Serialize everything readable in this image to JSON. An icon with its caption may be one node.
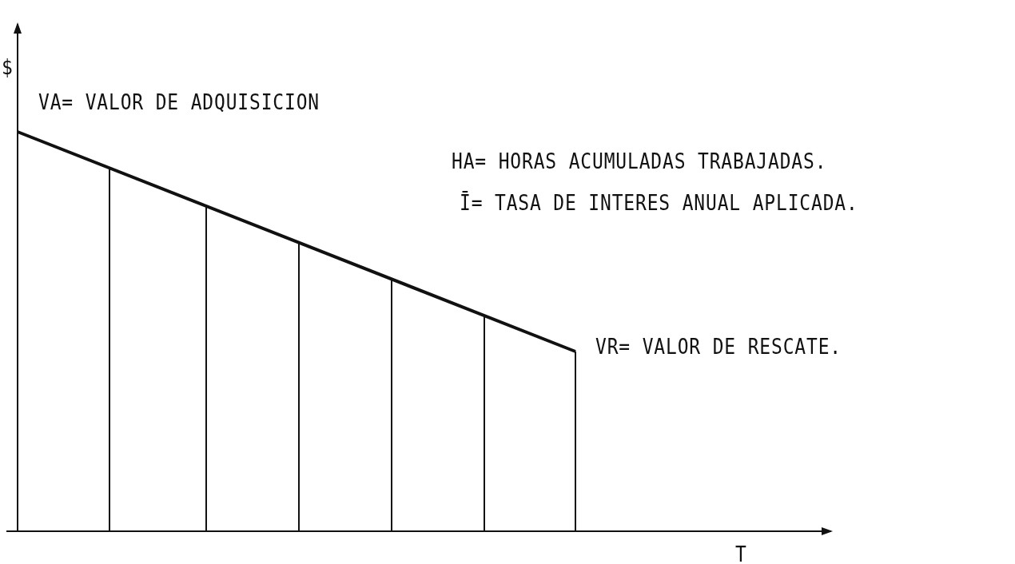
{
  "diagram": {
    "labels": [
      "$",
      "VA= VALOR DE ADQUISICION",
      "HA= HORAS ACUMULADAS TRABAJADAS.",
      "Ī= TASA DE INTERES ANUAL APLICADA.",
      "VR= VALOR DE RESCATE.",
      "T"
    ]
  }
}
